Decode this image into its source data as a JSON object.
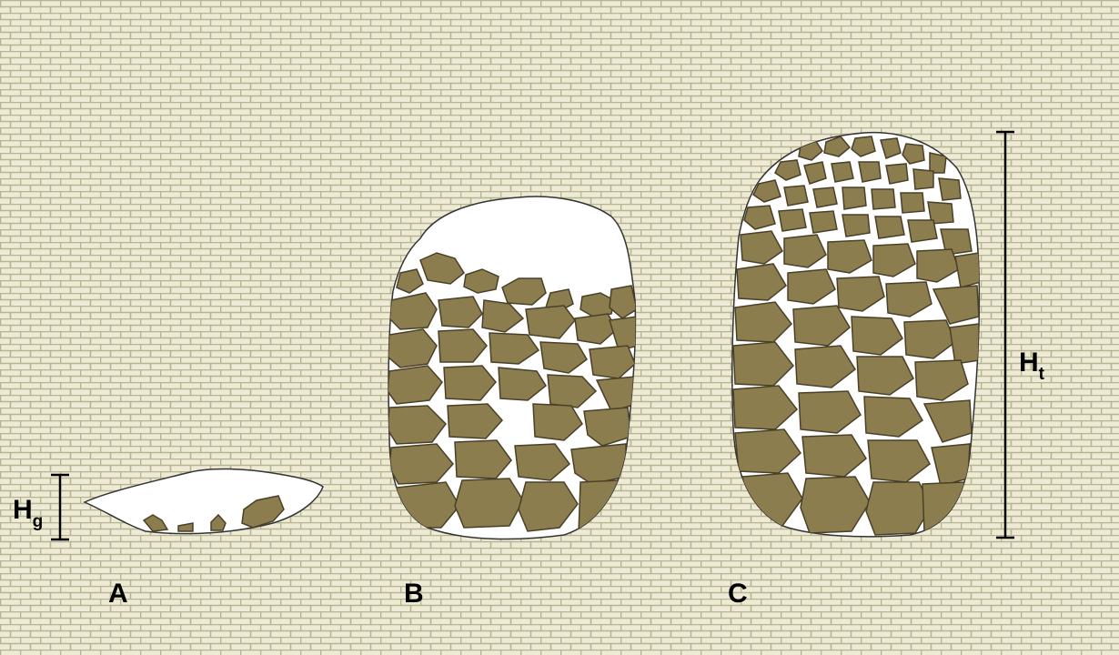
{
  "labels": {
    "a": "A",
    "b": "B",
    "c": "C",
    "hg_main": "H",
    "hg_sub": "g",
    "ht_main": "H",
    "ht_sub": "t"
  },
  "colors": {
    "brick_fill": "#efead6",
    "brick_mortar": "#b3b68e",
    "stone": "#8b7d4e",
    "stone_outline": "#4a4028",
    "cavity": "#ffffff",
    "line": "#000000"
  }
}
